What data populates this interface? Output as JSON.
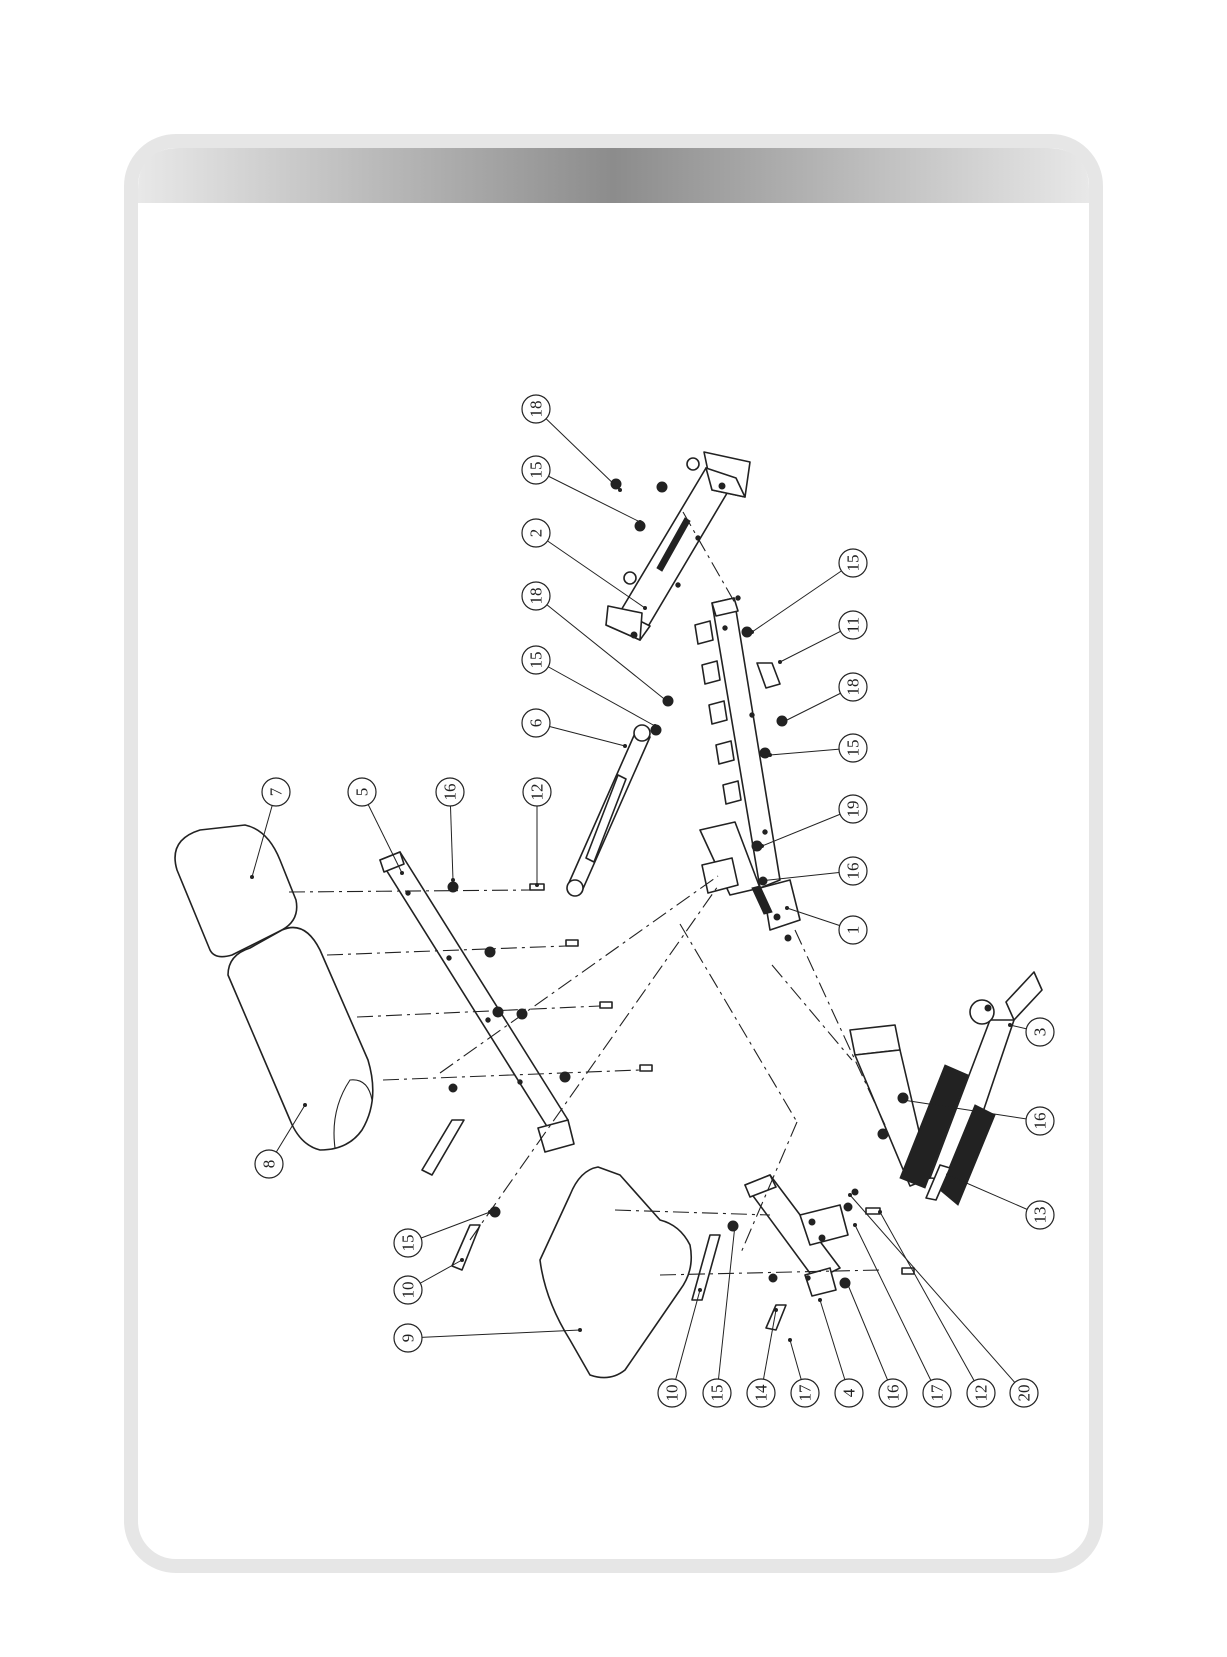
{
  "colors": {
    "frame_border": "#e6e6e6",
    "header_gradient_dark": "#8c8c8c",
    "header_gradient_light": "#e8e8e8",
    "line": "#222222"
  },
  "diagram": {
    "callouts": [
      {
        "label": "18"
      },
      {
        "label": "15"
      },
      {
        "label": "2"
      },
      {
        "label": "18"
      },
      {
        "label": "15"
      },
      {
        "label": "6"
      },
      {
        "label": "7"
      },
      {
        "label": "5"
      },
      {
        "label": "16"
      },
      {
        "label": "12"
      },
      {
        "label": "15"
      },
      {
        "label": "11"
      },
      {
        "label": "18"
      },
      {
        "label": "15"
      },
      {
        "label": "19"
      },
      {
        "label": "16"
      },
      {
        "label": "1"
      },
      {
        "label": "3"
      },
      {
        "label": "16"
      },
      {
        "label": "13"
      },
      {
        "label": "8"
      },
      {
        "label": "15"
      },
      {
        "label": "10"
      },
      {
        "label": "9"
      },
      {
        "label": "10"
      },
      {
        "label": "15"
      },
      {
        "label": "14"
      },
      {
        "label": "17"
      },
      {
        "label": "4"
      },
      {
        "label": "16"
      },
      {
        "label": "17"
      },
      {
        "label": "12"
      },
      {
        "label": "20"
      }
    ]
  }
}
